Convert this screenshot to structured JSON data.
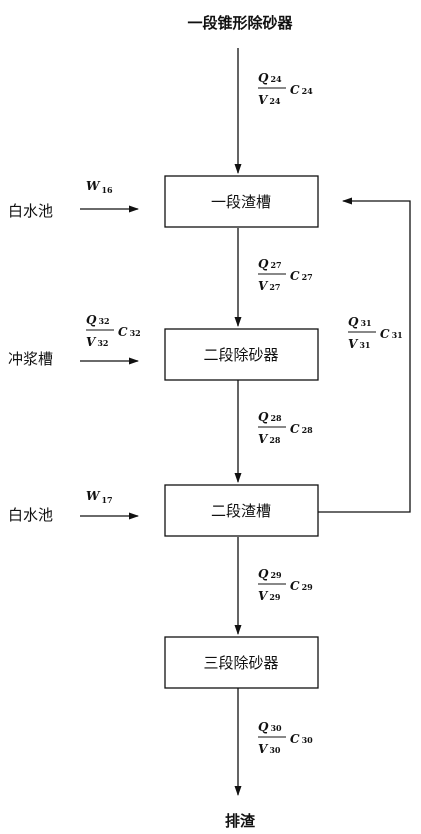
{
  "nodes": {
    "top_source": "一段锥形除砂器",
    "box1": "一段渣槽",
    "box2": "二段除砂器",
    "box3": "二段渣槽",
    "box4": "三段除砂器",
    "bottom_output": "排渣",
    "side1": "白水池",
    "side2": "冲浆槽",
    "side3": "白水池"
  },
  "flows": {
    "f24": {
      "num": "Q",
      "den": "V",
      "rest": "C",
      "sub": "24"
    },
    "f27": {
      "num": "Q",
      "den": "V",
      "rest": "C",
      "sub": "27"
    },
    "f28": {
      "num": "Q",
      "den": "V",
      "rest": "C",
      "sub": "28"
    },
    "f29": {
      "num": "Q",
      "den": "V",
      "rest": "C",
      "sub": "29"
    },
    "f30": {
      "num": "Q",
      "den": "V",
      "rest": "C",
      "sub": "30"
    },
    "f31": {
      "num": "Q",
      "den": "V",
      "rest": "C",
      "sub": "31"
    },
    "f32": {
      "num": "Q",
      "den": "V",
      "rest": "C",
      "sub": "32"
    }
  },
  "water": {
    "w16": {
      "symbol": "W",
      "sub": "16"
    },
    "w17": {
      "symbol": "W",
      "sub": "17"
    }
  }
}
